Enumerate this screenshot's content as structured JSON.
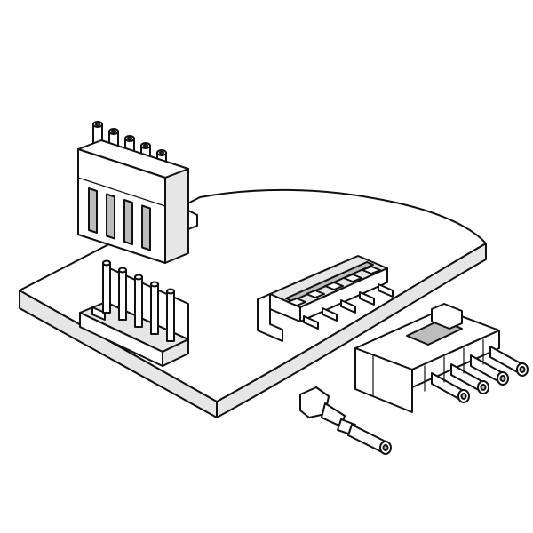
{
  "diagram": {
    "components": [
      {
        "id": "pcb",
        "icon": "circuit-board-icon"
      },
      {
        "id": "vertical-plug-housing",
        "icon": "connector-plug-icon"
      },
      {
        "id": "vertical-pcb-header",
        "icon": "pin-header-icon"
      },
      {
        "id": "right-angle-pcb-header",
        "icon": "pin-header-icon"
      },
      {
        "id": "wire-to-board-receptacle",
        "icon": "connector-receptacle-icon"
      },
      {
        "id": "crimp-terminal",
        "icon": "crimp-terminal-icon"
      }
    ],
    "pin_count": 5
  }
}
